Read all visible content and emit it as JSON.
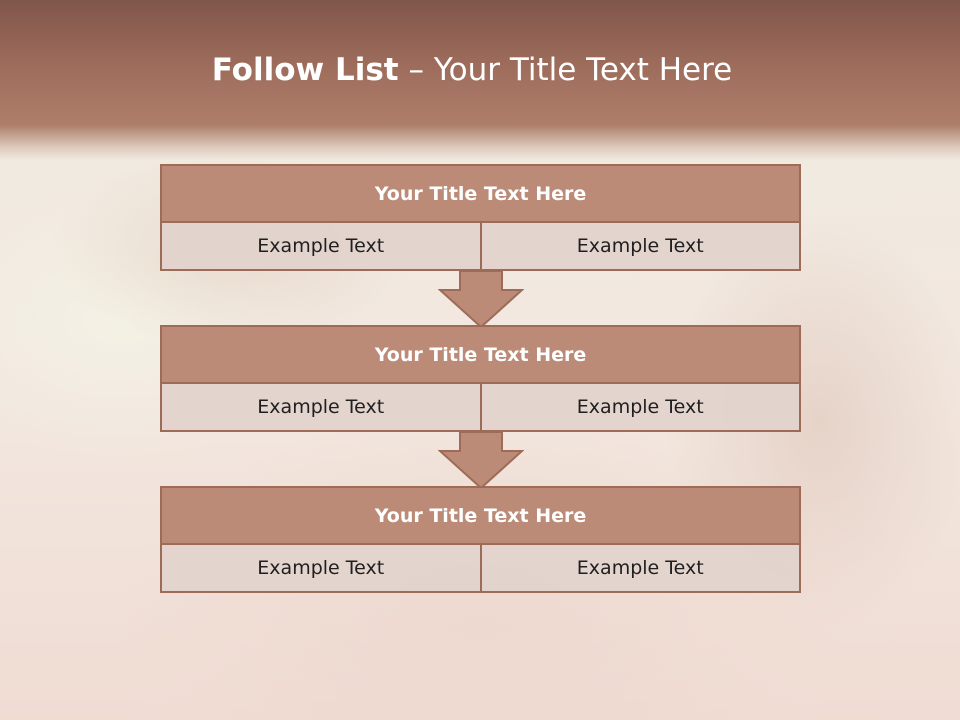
{
  "slide": {
    "title_bold": "Follow List",
    "title_rest": "– Your Title Text Here"
  },
  "blocks": [
    {
      "title": "Your Title Text Here",
      "left": "Example Text",
      "right": "Example Text"
    },
    {
      "title": "Your Title Text Here",
      "left": "Example Text",
      "right": "Example Text"
    },
    {
      "title": "Your Title Text Here",
      "left": "Example Text",
      "right": "Example Text"
    }
  ],
  "colors": {
    "header": "#a06e5d",
    "block_title_fill": "#bb8b77",
    "block_border": "#9e6b59",
    "cell_fill": "#e2d3cc",
    "arrow_fill": "#bb8b77"
  }
}
